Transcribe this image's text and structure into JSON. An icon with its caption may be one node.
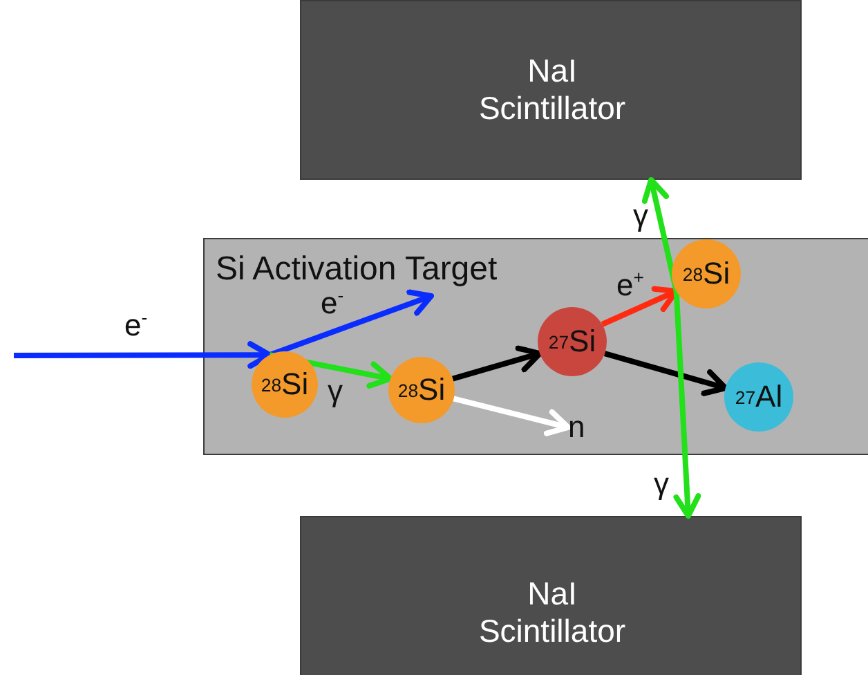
{
  "diagram": {
    "nodes": [
      {
        "text": [
          "NaI Scintillator"
        ]
      },
      {
        "text": [
          "Si Activation Target"
        ]
      },
      {
        "text": [
          "$^{28}$Si"
        ],
        "in": 1
      },
      {
        "text": [
          "$^{28}$Si"
        ],
        "in": 1
      },
      {
        "text": [
          "$^{27}$Si"
        ],
        "in": 1
      },
      {
        "text": [
          "$^{28}$Si"
        ],
        "in": 1
      },
      {
        "text": [
          "$^{27}$Al"
        ],
        "in": 1
      },
      {
        "text": [
          "n"
        ],
        "in": 1
      },
      {
        "text": [
          "NaI Scintillator"
        ]
      }
    ],
    "edges": [
      {
        "from": null,
        "to": 2,
        "arrow": "to",
        "label": "e$^{-}$",
        "color": "#0a2cff"
      },
      {
        "from": 2,
        "to": null,
        "arrow": "to",
        "label": "e$^{-}$",
        "color": "#0a2cff"
      },
      {
        "from": 2,
        "to": 3,
        "arrow": "to",
        "label": "γ",
        "color": "#22e01a"
      },
      {
        "from": 3,
        "to": 4,
        "arrow": "to",
        "color": "#000000"
      },
      {
        "from": 3,
        "to": 7,
        "arrow": "to",
        "color": "#ffffff"
      },
      {
        "from": 4,
        "to": 5,
        "arrow": "to",
        "label": "e$^{+}$",
        "color": "#ff2a10"
      },
      {
        "from": 4,
        "to": 6,
        "arrow": "to",
        "color": "#000000"
      },
      {
        "from": 5,
        "to": 0,
        "arrow": "to",
        "label": "γ",
        "color": "#22e01a"
      },
      {
        "from": 5,
        "to": 8,
        "arrow": "to",
        "label": "γ",
        "color": "#22e01a"
      }
    ]
  }
}
